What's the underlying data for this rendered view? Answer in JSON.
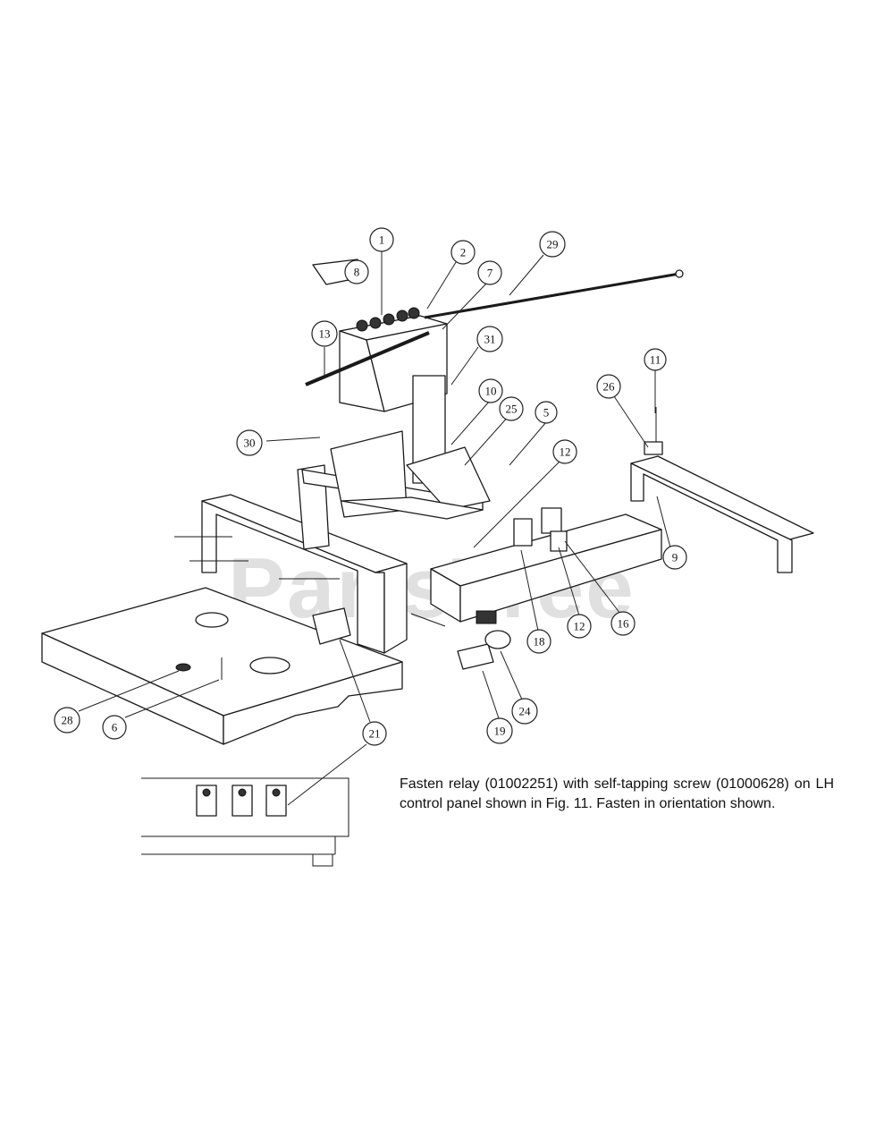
{
  "watermark": "PartsTree",
  "note": "Fasten relay (01002251) with self-tapping screw (01000628) on LH control panel shown in Fig. 11. Fasten in orientation shown.",
  "callouts": [
    "1",
    "2",
    "29",
    "8",
    "7",
    "13",
    "31",
    "10",
    "25",
    "5",
    "30",
    "12",
    "11",
    "26",
    "9",
    "12",
    "16",
    "18",
    "24",
    "19",
    "21",
    "28",
    "6",
    "21"
  ]
}
